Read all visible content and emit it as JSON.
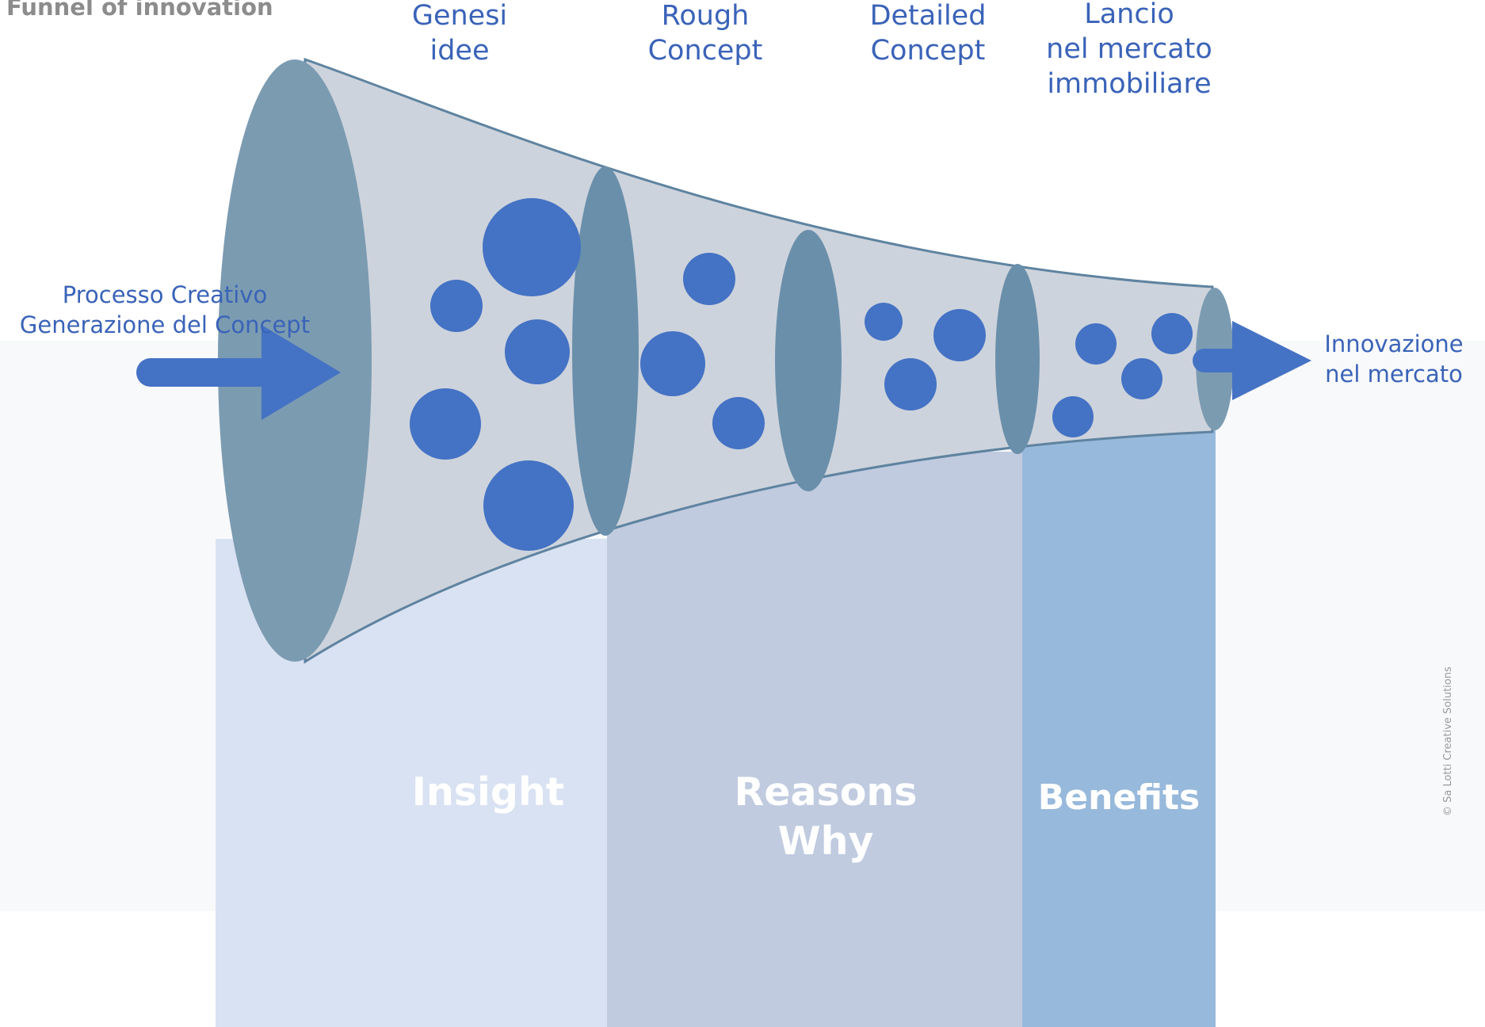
{
  "title": "Funnel of innovation",
  "stages": [
    {
      "label": "Genesi\nidee"
    },
    {
      "label": "Rough\nConcept"
    },
    {
      "label": "Detailed\nConcept"
    },
    {
      "label": "Lancio\nnel mercato\nimmobiliare"
    }
  ],
  "input": {
    "label": "Processo Creativo\nGenerazione del Concept"
  },
  "output": {
    "label": "Innovazione\nnel mercato"
  },
  "columns": [
    {
      "label": "Insight",
      "color": "#d9e2f2"
    },
    {
      "label": "Reasons\nWhy",
      "color": "#c0cbe0"
    },
    {
      "label": "Benefits",
      "color": "#97b9db"
    }
  ],
  "colors": {
    "funnel_body": "#cdd3dc",
    "funnel_rings": "#6a8fab",
    "mouth": "#7b9bb1",
    "ideas": "#4472c4",
    "arrows": "#4472c4",
    "text": "#3a63b8"
  },
  "copyright": "© Sa Lotti Creative Solutions"
}
